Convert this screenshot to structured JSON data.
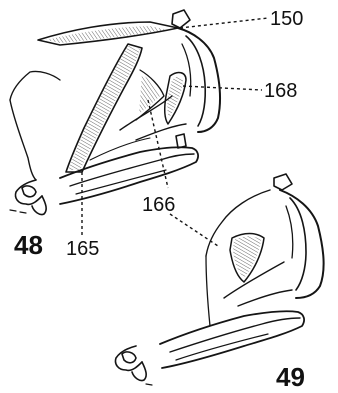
{
  "figure_labels": {
    "fig_48": "48",
    "fig_49": "49"
  },
  "callouts": {
    "c150": "150",
    "c168": "168",
    "c166": "166",
    "c165": "165"
  }
}
